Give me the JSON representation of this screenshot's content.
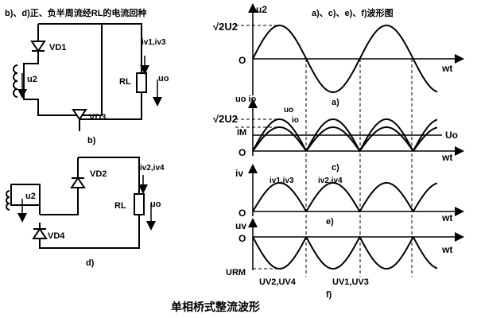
{
  "titles": {
    "circuit_bd": "b)、d)正、负半周流经RL的电流回种",
    "waveforms": "a)、c)、e)、f)波形图",
    "main": "单相桥式整流波形"
  },
  "circuit_b": {
    "vd_top": "VD1",
    "vd_bottom": "VD3",
    "u2": "u2",
    "rl": "RL",
    "uo": "uo",
    "i_label": "iv1,iv3",
    "caption": "b)"
  },
  "circuit_d": {
    "vd_top": "VD2",
    "vd_bottom": "VD4",
    "u2": "u2",
    "rl": "RL",
    "uo": "uo",
    "i_label": "iv2,iv4",
    "caption": "d)"
  },
  "wave_a": {
    "ylabel": "u2",
    "amp_label": "√2U2",
    "origin": "O",
    "xlabel": "wt",
    "caption": "a)"
  },
  "wave_c": {
    "ylabel": "uo io",
    "amp_label": "√2U2",
    "im_label": "IM",
    "uo_label": "uo",
    "io_label": "io",
    "dc_label": "Uo",
    "origin": "O",
    "xlabel": "wt",
    "caption": "c)"
  },
  "wave_e": {
    "ylabel": "iv",
    "label_1": "iv1,iv3",
    "label_2": "iv2,iv4",
    "origin": "O",
    "xlabel": "wt",
    "caption": "e)"
  },
  "wave_f": {
    "ylabel": "uv",
    "origin": "O",
    "urm_label": "URM",
    "label_1": "UV2,UV4",
    "label_2": "UV1,UV3",
    "xlabel": "wt",
    "caption": "f)"
  }
}
